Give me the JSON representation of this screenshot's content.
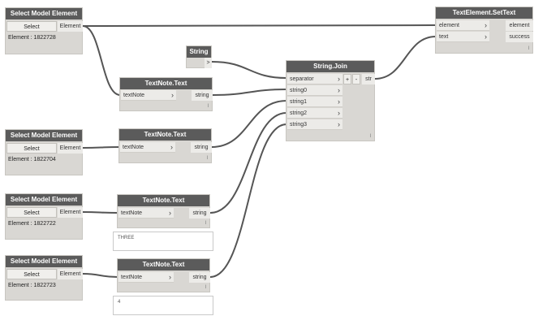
{
  "nodes": {
    "select1": {
      "title": "Select Model Element",
      "button": "Select",
      "out": "Element",
      "value": "Element : 1822728"
    },
    "select2": {
      "title": "Select Model Element",
      "button": "Select",
      "out": "Element",
      "value": "Element : 1822704"
    },
    "select3": {
      "title": "Select Model Element",
      "button": "Select",
      "out": "Element",
      "value": "Element : 1822722"
    },
    "select4": {
      "title": "Select Model Element",
      "button": "Select",
      "out": "Element",
      "value": "Element : 1822723"
    },
    "string_node": {
      "title": "String",
      "out": ">"
    },
    "textnote1": {
      "title": "TextNote.Text",
      "in": "textNote",
      "out": "string"
    },
    "textnote2": {
      "title": "TextNote.Text",
      "in": "textNote",
      "out": "string"
    },
    "textnote3": {
      "title": "TextNote.Text",
      "in": "textNote",
      "out": "string",
      "preview": "THREE"
    },
    "textnote4": {
      "title": "TextNote.Text",
      "in": "textNote",
      "out": "string",
      "preview": "4"
    },
    "join": {
      "title": "String.Join",
      "inputs": [
        "separator",
        "string0",
        "string1",
        "string2",
        "string3"
      ],
      "plus": "+",
      "minus": "-",
      "out": "str"
    },
    "settext": {
      "title": "TextElement.SetText",
      "inputs": [
        "element",
        "text"
      ],
      "outputs": [
        "element",
        "success"
      ]
    }
  },
  "arrow_glyph": "›",
  "lacing_glyph": "l",
  "colors": {
    "header": "#5b5b5b",
    "body": "#d9d7d3",
    "port": "#ecebe8",
    "wire": "#555555"
  }
}
